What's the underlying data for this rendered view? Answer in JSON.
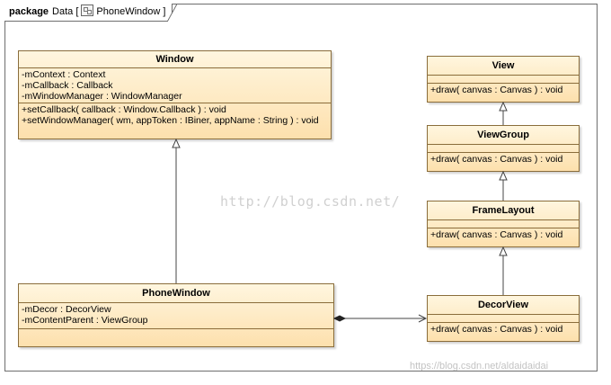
{
  "package": {
    "keyword": "package",
    "name_prefix": "Data [",
    "diagram_icon": "class-diagram-icon",
    "diagram_name": "PhoneWindow",
    "name_suffix": "]"
  },
  "classes": {
    "window": {
      "name": "Window",
      "attributes": [
        "-mContext : Context",
        "-mCallback : Callback",
        "-mWindowManager : WindowManager"
      ],
      "operations": [
        "+setCallback( callback : Window.Callback ) : void",
        "+setWindowManager( wm, appToken : IBiner, appName : String ) : void"
      ]
    },
    "phone_window": {
      "name": "PhoneWindow",
      "attributes": [
        "-mDecor : DecorView",
        "-mContentParent : ViewGroup"
      ],
      "operations": []
    },
    "view": {
      "name": "View",
      "attributes": [],
      "operations": [
        "+draw( canvas : Canvas ) : void"
      ]
    },
    "view_group": {
      "name": "ViewGroup",
      "attributes": [],
      "operations": [
        "+draw( canvas : Canvas ) : void"
      ]
    },
    "frame_layout": {
      "name": "FrameLayout",
      "attributes": [],
      "operations": [
        "+draw( canvas : Canvas ) : void"
      ]
    },
    "decor_view": {
      "name": "DecorView",
      "attributes": [],
      "operations": [
        "+draw( canvas : Canvas ) : void"
      ]
    }
  },
  "relationships": [
    {
      "type": "generalization",
      "from": "PhoneWindow",
      "to": "Window"
    },
    {
      "type": "generalization",
      "from": "ViewGroup",
      "to": "View"
    },
    {
      "type": "generalization",
      "from": "FrameLayout",
      "to": "ViewGroup"
    },
    {
      "type": "generalization",
      "from": "DecorView",
      "to": "FrameLayout"
    },
    {
      "type": "composition",
      "from": "PhoneWindow",
      "to": "DecorView"
    }
  ],
  "watermarks": {
    "center": "http://blog.csdn.net/",
    "corner": "https://blog.csdn.net/aldaidaidai"
  },
  "colors": {
    "class_fill_top": "#fff6df",
    "class_fill_bottom": "#fde0ad",
    "class_border": "#8a6d3b"
  }
}
